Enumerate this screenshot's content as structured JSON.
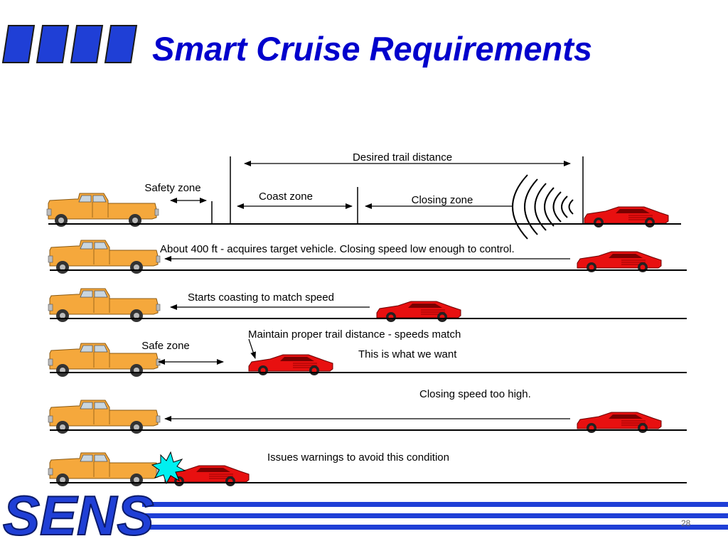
{
  "slide": {
    "title": "Smart Cruise Requirements",
    "logo_text": "SENS",
    "page_number": "28"
  },
  "labels": {
    "desired_trail": "Desired trail distance",
    "safety_zone": "Safety zone",
    "coast_zone": "Coast zone",
    "closing_zone": "Closing zone",
    "acquire_target": "About 400 ft - acquires target vehicle. Closing speed low enough to control.",
    "coasting": "Starts coasting to match speed",
    "maintain": "Maintain proper trail distance - speeds match",
    "safe_zone": "Safe zone",
    "what_we_want": "This is what we want",
    "closing_high": "Closing speed too high.",
    "warnings": "Issues warnings to avoid this condition"
  },
  "colors": {
    "title": "#0000cc",
    "logo": "#1f3fd6",
    "truck": "#f5a83c",
    "car": "#e81010",
    "stripe_blue": "#1f3fd6",
    "crash": "#00f0f0"
  }
}
